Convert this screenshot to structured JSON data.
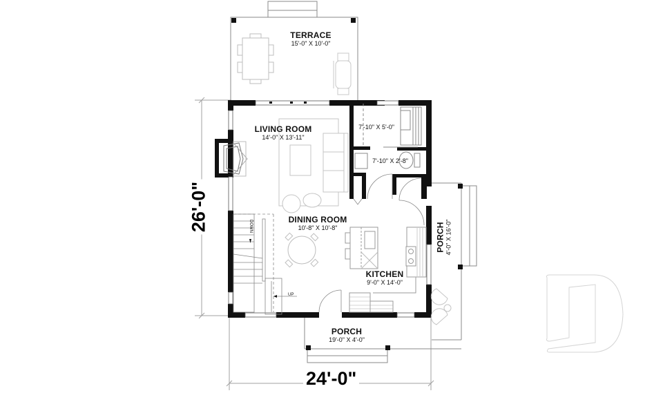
{
  "plan": {
    "overall_width": "24'-0\"",
    "overall_depth": "26'-0\""
  },
  "rooms": {
    "terrace": {
      "name": "TERRACE",
      "dims": "15'-0\" X 10'-0\""
    },
    "living_room": {
      "name": "LIVING ROOM",
      "dims": "14'-0\" X 13'-11\""
    },
    "bath_upper": {
      "name": "",
      "dims": "7'-10\" X 5'-0\""
    },
    "bath_lower": {
      "name": "",
      "dims": "7'-10\" X 2'-8\""
    },
    "dining_room": {
      "name": "DINING ROOM",
      "dims": "10'-8\" X 10'-8\""
    },
    "kitchen": {
      "name": "KITCHEN",
      "dims": "9'-0\" X 14'-0\""
    },
    "side_porch": {
      "name": "PORCH",
      "dims": "4'-0\" X 16'-0\""
    },
    "front_porch": {
      "name": "PORCH",
      "dims": "19'-0\" X 4'-0\""
    }
  },
  "stairs": {
    "down_label": "DOWN",
    "up_label": "UP"
  },
  "colors": {
    "wall": "#111111",
    "furniture": "#bdbdbd",
    "dimension_line": "#9a9a9a",
    "watermark": "#d4d4d4"
  }
}
